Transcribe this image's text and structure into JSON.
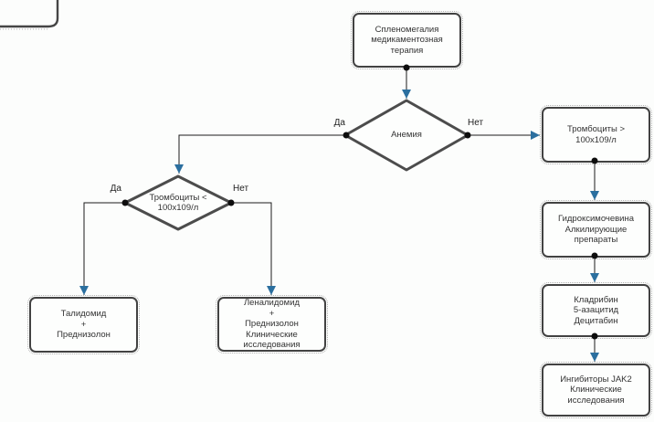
{
  "diagram": {
    "colors": {
      "node_border": "#424242",
      "diamond_border": "#4c4c4c",
      "connector_line": "#1b1b1b",
      "arrowhead": "#2b6f9f",
      "junction_dot": "#0d0d0d",
      "background": "#fcfdfc"
    },
    "nodes": {
      "start": {
        "label": "Спленомегалия\nмедикаментозная\nтерапия"
      },
      "anemia": {
        "label": "Анемия"
      },
      "platelets_low": {
        "label": "Тромбоциты <\n100x109/л"
      },
      "thalidomide": {
        "label": "Талидомид\n+\nПреднизолон"
      },
      "lenalidomide": {
        "label": "Леналидомид\n+\nПреднизолон\nКлинические\nисследования"
      },
      "platelets_high": {
        "label": "Тромбоциты >\n100x109/л"
      },
      "hydroxyurea": {
        "label": "Гидроксимочевина\nАлкилирующие\nпрепараты"
      },
      "cladribine": {
        "label": "Кладрибин\n5-азацитид\nДецитабин"
      },
      "jak2": {
        "label": "Ингибиторы JAK2\nКлинические\nисследования"
      }
    },
    "edge_labels": {
      "anemia_yes": "Да",
      "anemia_no": "Нет",
      "platelets_yes": "Да",
      "platelets_no": "Нет"
    }
  }
}
